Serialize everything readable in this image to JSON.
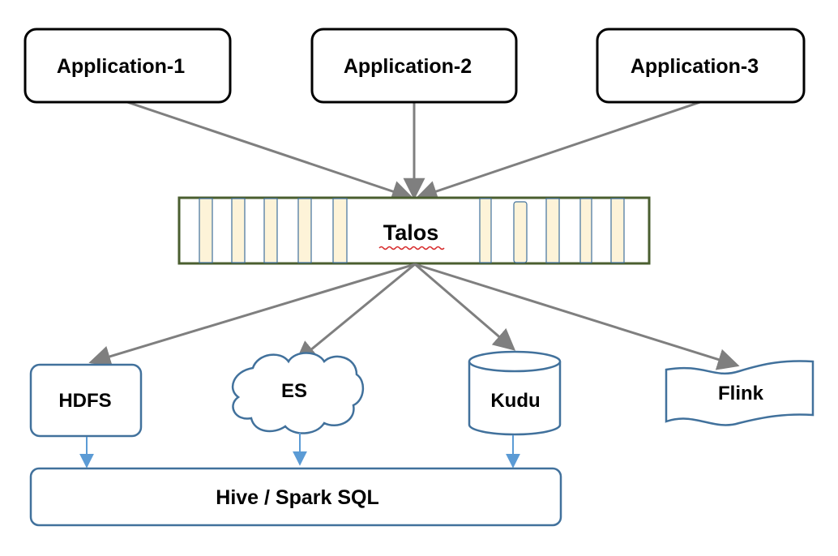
{
  "applications": [
    {
      "label": "Application-1"
    },
    {
      "label": "Application-2"
    },
    {
      "label": "Application-3"
    }
  ],
  "broker": {
    "label": "Talos"
  },
  "sinks": [
    {
      "label": "HDFS",
      "shape": "rounded-rect"
    },
    {
      "label": "ES",
      "shape": "cloud"
    },
    {
      "label": "Kudu",
      "shape": "cylinder"
    },
    {
      "label": "Flink",
      "shape": "banner"
    }
  ],
  "query_layer": {
    "label": "Hive / Spark SQL"
  },
  "colors": {
    "app_border": "#000000",
    "talos_border": "#4a5e2f",
    "talos_partition": "#fdf3d8",
    "sink_border": "#41719c",
    "arrow_gray": "#7f7f7f",
    "arrow_blue": "#5b9bd5",
    "spellcheck": "#d62728"
  }
}
